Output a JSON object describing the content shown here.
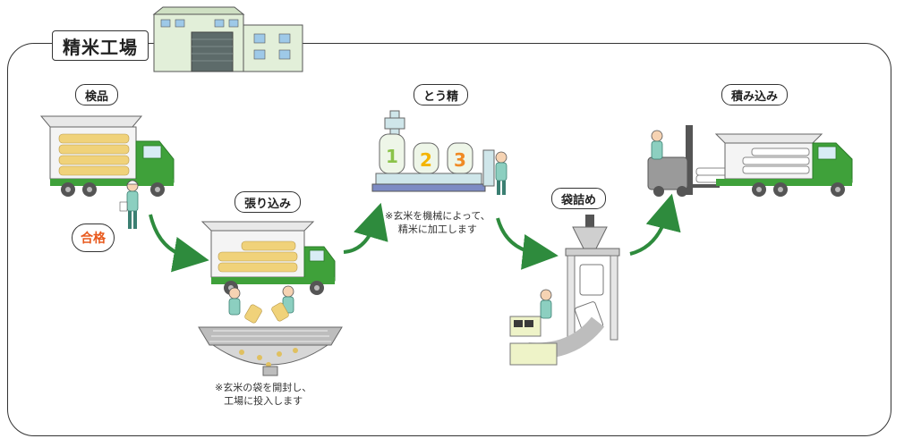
{
  "title": "精米工場",
  "steps": {
    "inspection": "検品",
    "intake": "張り込み",
    "milling": "とう精",
    "bagging": "袋詰め",
    "loading": "積み込み"
  },
  "badge": "合格",
  "notes": {
    "intake_line1": "※玄米の袋を開封し、",
    "intake_line2": "工場に投入します",
    "milling_line1": "※玄米を機械によって、",
    "milling_line2": "精米に加工します"
  },
  "machine_numbers": [
    "1",
    "2",
    "3"
  ],
  "colors": {
    "truck_green": "#3fa13a",
    "arrow_green": "#2e8b3d",
    "rice_bag": "#f0d27a",
    "badge_text": "#e85a1e",
    "number_1": "#8bc34a",
    "number_2": "#f4b400",
    "number_3": "#f08a24"
  }
}
